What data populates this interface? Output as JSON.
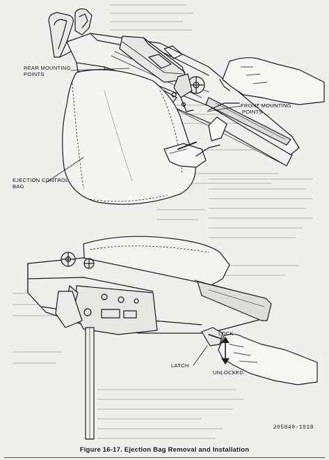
{
  "figure": {
    "caption": "Figure 16-17.   Ejection Bag Removal and Installation",
    "reference_code": "205040-1018"
  },
  "upper_view": {
    "labels": {
      "rear_mounting_points": [
        "REAR MOUNTING",
        "POINTS"
      ],
      "front_mounting_points": [
        "FRONT MOUNTING",
        "POINTS"
      ],
      "ejection_control_bag": [
        "EJECTION CONTROL",
        "BAG"
      ]
    }
  },
  "lower_view": {
    "labels": {
      "lock": "LOCK",
      "latch": "LATCH",
      "unlocked": "UNLOCKED"
    }
  }
}
